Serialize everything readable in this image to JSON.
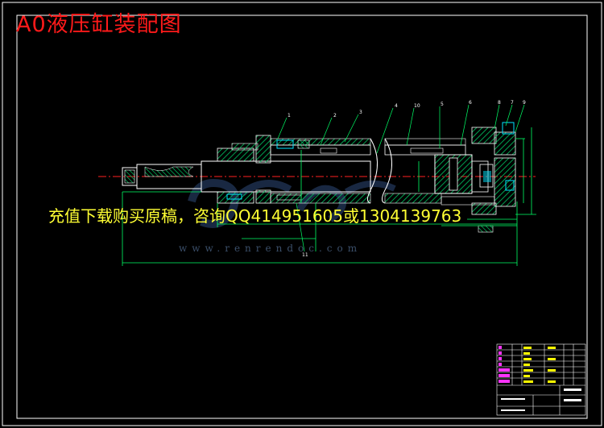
{
  "drawing": {
    "title": "A0液压缸装配图",
    "ad_text": "充值下载购买原稿，咨询QQ414951605或1304139763",
    "watermark_url": "www.renrendoc.com"
  },
  "callouts": [
    "1",
    "2",
    "3",
    "4",
    "10",
    "5",
    "6",
    "8",
    "7",
    "9",
    "11"
  ],
  "colors": {
    "background": "#000000",
    "frame": "#ffffff",
    "outline": "#ffffff",
    "hatch": "#00c864",
    "dimension": "#00ff66",
    "centerline": "#ff2020",
    "cyan_detail": "#00e5ff",
    "title_text": "#ff1a1a",
    "ad_text": "#ffff33",
    "title_block_marks": "#ff33ff",
    "title_block_text": "#ffff00"
  },
  "icons": [
    "watermark-logo-icon"
  ]
}
